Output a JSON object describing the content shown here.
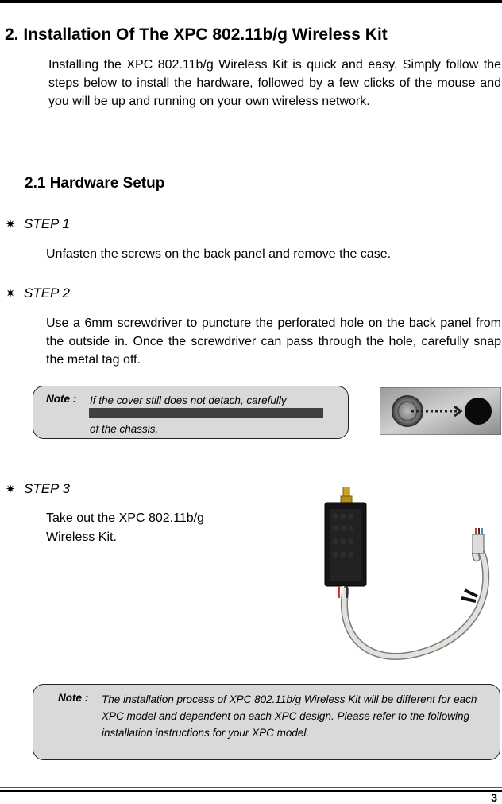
{
  "section": {
    "heading": "2.  Installation Of The XPC 802.11b/g Wireless Kit",
    "intro": "Installing the XPC 802.11b/g Wireless Kit is quick and easy. Simply follow the steps below to install the hardware, followed by a few clicks of the mouse and you will be up and running on your own wireless network."
  },
  "subsection": {
    "heading": "2.1   Hardware Setup"
  },
  "steps": [
    {
      "label": "STEP  1",
      "text": "Unfasten the screws on the back panel and remove the case."
    },
    {
      "label": "STEP  2",
      "text": "Use a 6mm screwdriver to puncture the perforated hole on the back panel from the outside in. Once the screwdriver can pass through the hole, carefully snap the metal tag off."
    },
    {
      "label": "STEP  3",
      "text_line1": "Take out the XPC 802.11b/g",
      "text_line2": "Wireless Kit."
    }
  ],
  "note1": {
    "label": "Note :",
    "line1": "If the cover still does not detach, carefully",
    "line2": "of the chassis."
  },
  "note2": {
    "label": "Note :",
    "text": "The installation process of XPC 802.11b/g Wireless Kit will be different for each XPC model and dependent on each XPC design. Please refer to the following installation instructions for your XPC model."
  },
  "page_number": "3",
  "icons": {
    "bullet": "asterisk-bullet-icon",
    "arrow": "dotted-arrow-icon"
  }
}
